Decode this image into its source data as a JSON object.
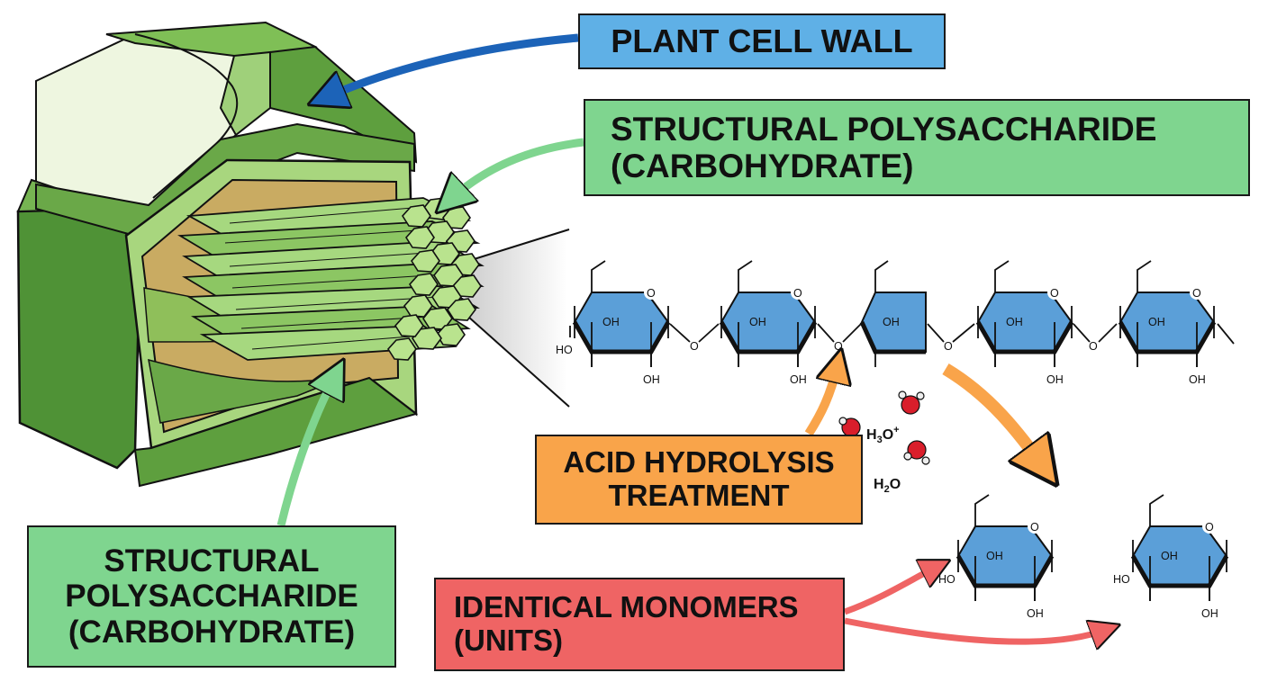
{
  "labels": {
    "plant_cell_wall": "PLANT CELL WALL",
    "structural_top_line1": "STRUCTURAL POLYSACCHARIDE",
    "structural_top_line2": "(CARBOHYDRATE)",
    "structural_left_line1": "STRUCTURAL",
    "structural_left_line2": "POLYSACCHARIDE",
    "structural_left_line3": "(CARBOHYDRATE)",
    "acid_line1": "ACID HYDROLYSIS",
    "acid_line2": "TREATMENT",
    "mono_line1": "IDENTICAL MONOMERS",
    "mono_line2": "(UNITS)"
  },
  "chemistry": {
    "hydronium": "H3O+",
    "water": "H2O",
    "ring_oxygen": "O",
    "glycosidic_oxygen": "O",
    "hydroxyl": "OH",
    "hydroxyl_left": "HO"
  },
  "colors": {
    "wall_blue": "#5fb0e6",
    "structural_green": "#7fd58f",
    "acid_orange": "#f9a44a",
    "monomer_red": "#ef6464",
    "ring_blue": "#5b9fd8",
    "arrow_blue": "#1c63b8",
    "arrow_green": "#7fd58f",
    "arrow_orange": "#f9a44a",
    "arrow_red": "#ef6464"
  }
}
